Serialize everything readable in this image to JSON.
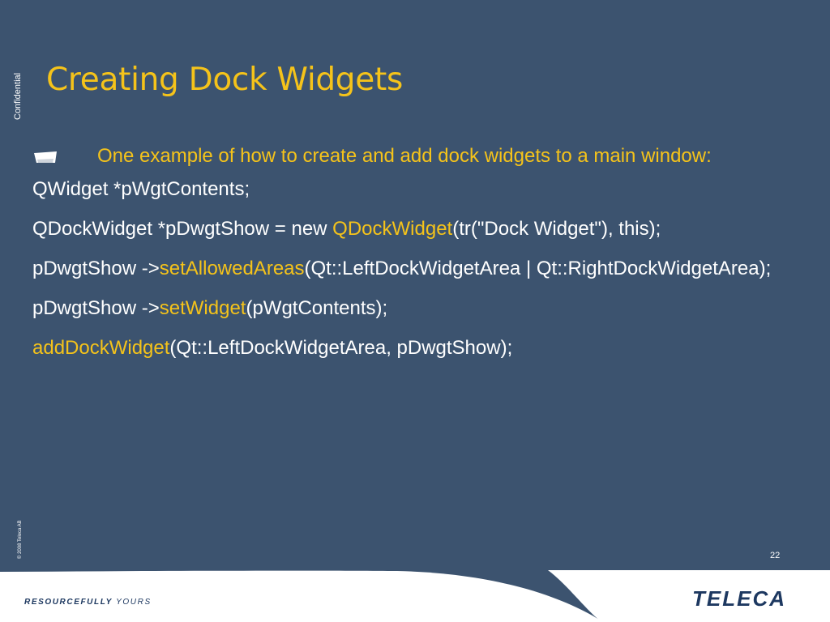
{
  "side": {
    "confidential": "Confidential",
    "copyright": "© 2008 Teleca AB"
  },
  "slide": {
    "title": "Creating Dock Widgets",
    "bullet": "One example of how to create and add dock widgets to a main window:",
    "lines": [
      {
        "parts": [
          "QWidget *pWgtContents;"
        ]
      },
      {
        "parts": [
          "QDockWidget *pDwgtShow = new ",
          "QDockWidget",
          "(tr(\"Dock Widget\"), this);"
        ]
      },
      {
        "parts": [
          "pDwgtShow ->",
          "setAllowedAreas",
          "(Qt::LeftDockWidgetArea | Qt::RightDockWidgetArea);"
        ]
      },
      {
        "parts": [
          "pDwgtShow ->",
          "setWidget",
          "(pWgtContents);"
        ]
      },
      {
        "parts": [
          "addDockWidget",
          "(Qt::LeftDockWidgetArea, pDwgtShow);"
        ]
      }
    ],
    "page_number": "22"
  },
  "footer": {
    "tagline_bold": "RESOURCEFULLY",
    "tagline_rest": " YOURS",
    "logo_text": "TELECA"
  },
  "colors": {
    "background": "#3c536f",
    "accent": "#f5c31a",
    "text": "#ffffff",
    "footer_navy": "#1d3860"
  }
}
